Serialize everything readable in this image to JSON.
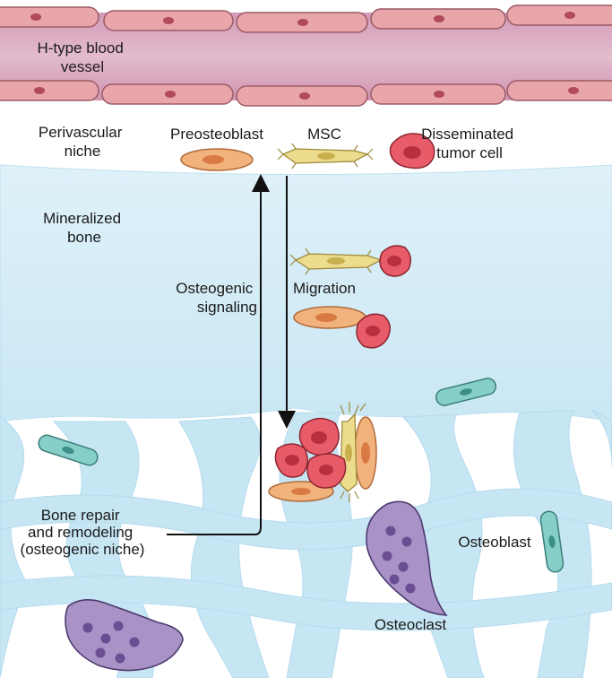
{
  "labels": {
    "blood_vessel": [
      "H-type blood",
      "vessel"
    ],
    "perivascular_niche": [
      "Perivascular",
      "niche"
    ],
    "preosteoblast": "Preosteoblast",
    "msc": "MSC",
    "disseminated_tumor_cell": [
      "Disseminated",
      "tumor cell"
    ],
    "mineralized_bone": [
      "Mineralized",
      "bone"
    ],
    "osteogenic_signaling": [
      "Osteogenic",
      "signaling"
    ],
    "migration": "Migration",
    "bone_repair": [
      "Bone repair",
      "and remodeling",
      "(osteogenic niche)"
    ],
    "osteoblast": "Osteoblast",
    "osteoclast": "Osteoclast"
  },
  "colors": {
    "vessel_wall": "#d8a0b8",
    "vessel_lumen": "#dcb3c8",
    "endothelial_cell": "#e8a6ab",
    "endothelial_nucleus": "#b04a5c",
    "bone_matrix": "#cfe9f5",
    "trabecular_bone": "#bfe3f2",
    "preosteoblast": "#f2b27c",
    "preosteoblast_nucleus": "#d97a45",
    "msc": "#ecdc8e",
    "msc_nucleus": "#c9b04f",
    "tumor_cell": "#e85c6a",
    "tumor_nucleus": "#b8303f",
    "osteoblast": "#86cfc8",
    "osteoblast_nucleus": "#3b8f88",
    "osteoclast": "#a892c6",
    "osteoclast_nucleus": "#6a4e94"
  }
}
